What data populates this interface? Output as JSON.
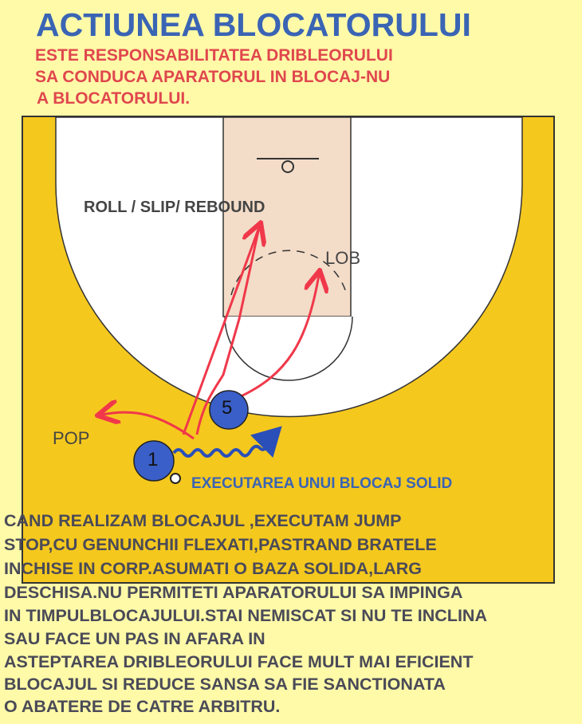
{
  "title": "ACTIUNEA BLOCATORULUI",
  "subtitle": [
    "ESTE RESPONSABILITATEA DRIBLEORULUI",
    "SA CONDUCA APARATORUL IN BLOCAJ-NU",
    "A  BLOCATORULUI."
  ],
  "diagram": {
    "label_roll": "ROLL / SLIP/ REBOUND",
    "label_lob": "LOB",
    "label_pop": "POP",
    "label_screen": "EXECUTAREA UNUI BLOCAJ SOLID",
    "player_1": "1",
    "player_5": "5"
  },
  "body": [
    "CAND REALIZAM BLOCAJUL ,EXECUTAM JUMP",
    "STOP,CU GENUNCHII FLEXATI,PASTRAND BRATELE",
    "INCHISE IN CORP.ASUMATI O BAZA SOLIDA,LARG",
    "DESCHISA.NU PERMITETI APARATORULUI SA IMPINGA",
    "IN TIMPULBLOCAJULUI.STAI NEMISCAT SI NU TE INCLINA",
    "SAU FACE UN PAS IN AFARA IN",
    "ASTEPTAREA DRIBLEORULUI FACE MULT MAI EFICIENT",
    "BLOCAJUL SI REDUCE SANSA SA FIE SANCTIONATA",
    "O ABATERE DE CATRE ARBITRU."
  ],
  "colors": {
    "court": "#f5c81e",
    "lane": "#f3dcc8",
    "arrow": "#f0384a",
    "player": "#3a5fc8",
    "title": "#3a64b4",
    "subtitle": "#e0474e"
  }
}
